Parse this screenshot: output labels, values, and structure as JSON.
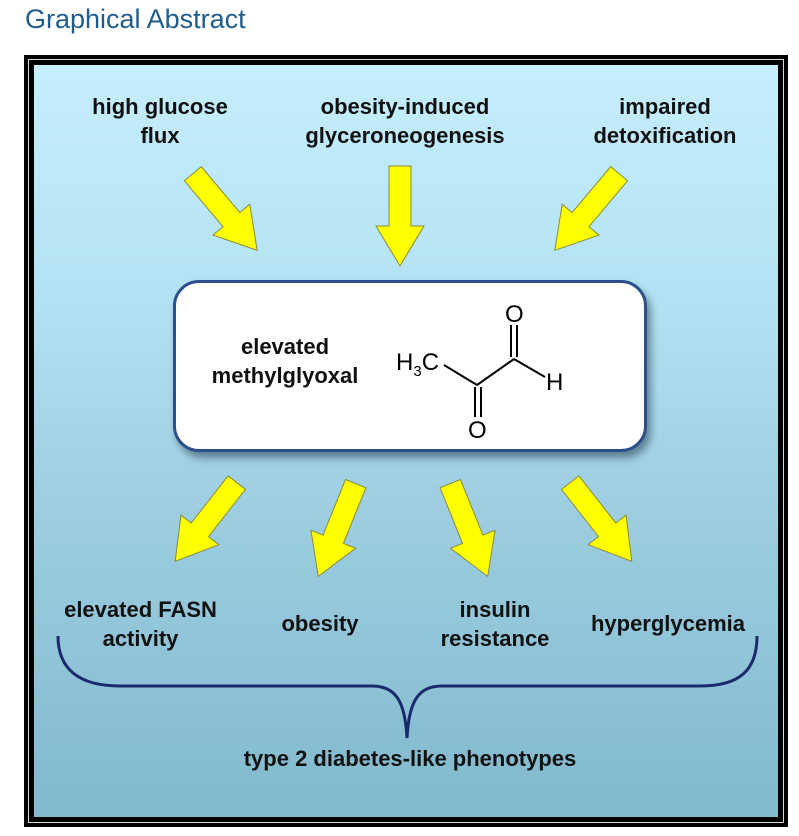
{
  "header": {
    "title": "Graphical Abstract"
  },
  "causes": [
    {
      "line1": "high glucose",
      "line2": "flux"
    },
    {
      "line1": "obesity-induced",
      "line2": "glyceroneogenesis"
    },
    {
      "line1": "impaired",
      "line2": "detoxification"
    }
  ],
  "center": {
    "line1": "elevated",
    "line2": "methylglyoxal",
    "molecule": {
      "methyl": "H",
      "methyl_sub": "3",
      "methyl_c": "C",
      "o_top": "O",
      "o_bottom": "O",
      "h": "H"
    }
  },
  "effects": [
    {
      "line1": "elevated FASN",
      "line2": "activity"
    },
    {
      "line1": "obesity",
      "line2": ""
    },
    {
      "line1": "insulin",
      "line2": "resistance"
    },
    {
      "line1": "hyperglycemia",
      "line2": ""
    }
  ],
  "summary": "type 2 diabetes-like phenotypes",
  "colors": {
    "arrow": "#ffff00",
    "title": "#1f5d8f",
    "brace": "#1a2a6a",
    "box_border": "#2b4f8a"
  }
}
